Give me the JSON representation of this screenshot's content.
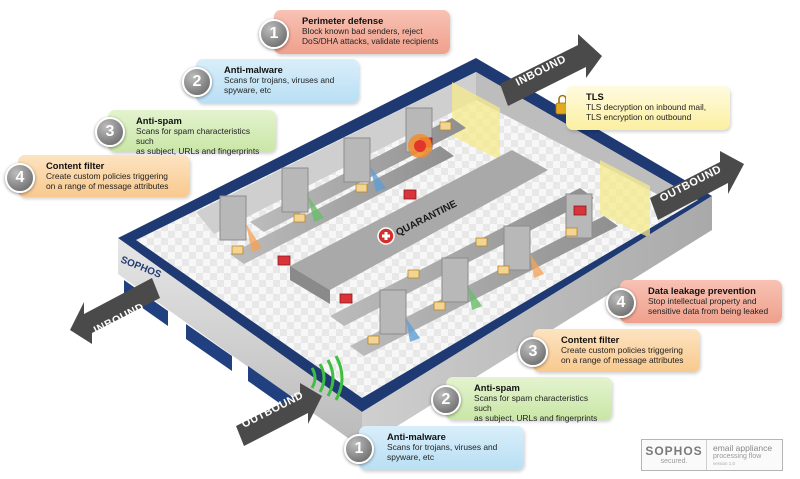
{
  "diagram": {
    "inbound_label": "INBOUND",
    "outbound_label": "OUTBOUND",
    "quarantine_label": "QUARANTINE",
    "device_brand": "SOPHOS"
  },
  "inbound_callouts": [
    {
      "number": "1",
      "title": "Perimeter defense",
      "description": "Block known bad senders, reject\nDoS/DHA attacks, validate recipients",
      "color": "#f2a996"
    },
    {
      "number": "2",
      "title": "Anti-malware",
      "description": "Scans for trojans, viruses and\nspyware, etc",
      "color": "#c4e4f6"
    },
    {
      "number": "3",
      "title": "Anti-spam",
      "description": "Scans for spam characteristics such\nas subject, URLs and fingerprints",
      "color": "#d2eab4"
    },
    {
      "number": "4",
      "title": "Content filter",
      "description": "Create custom policies triggering\non a range of message attributes",
      "color": "#facf9a"
    }
  ],
  "tls_callout": {
    "title": "TLS",
    "description": "TLS decryption on inbound mail,\nTLS encryption on outbound",
    "color": "#fcf2b0"
  },
  "outbound_callouts": [
    {
      "number": "4",
      "title": "Data leakage prevention",
      "description": "Stop intellectual property and\nsensitive data from being leaked",
      "color": "#f2a996"
    },
    {
      "number": "3",
      "title": "Content filter",
      "description": "Create custom policies triggering\non a range of message attributes",
      "color": "#facf9a"
    },
    {
      "number": "2",
      "title": "Anti-spam",
      "description": "Scans for spam characteristics such\nas subject, URLs and fingerprints",
      "color": "#d2eab4"
    },
    {
      "number": "1",
      "title": "Anti-malware",
      "description": "Scans for trojans, viruses and\nspyware, etc",
      "color": "#c4e4f6"
    }
  ],
  "branding": {
    "name": "SOPHOS",
    "tagline": "secured.",
    "product_line1": "email appliance",
    "product_line2": "processing flow",
    "version": "version 1.0"
  }
}
